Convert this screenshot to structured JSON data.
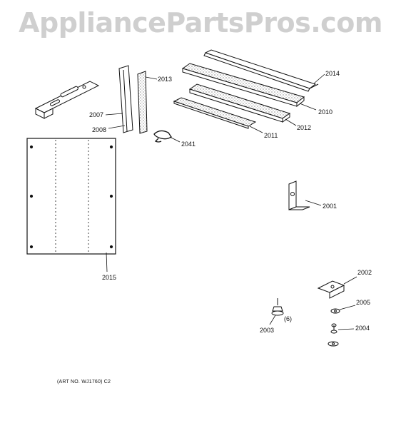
{
  "watermark": "AppliancePartsPros.com",
  "art_note": "(ART NO. WJ1760) C2",
  "parts": [
    {
      "id": "p2014",
      "label": "2014"
    },
    {
      "id": "p2010",
      "label": "2010"
    },
    {
      "id": "p2012",
      "label": "2012"
    },
    {
      "id": "p2011",
      "label": "2011"
    },
    {
      "id": "p2013",
      "label": "2013"
    },
    {
      "id": "p2007",
      "label": "2007"
    },
    {
      "id": "p2008",
      "label": "2008"
    },
    {
      "id": "p2041",
      "label": "2041"
    },
    {
      "id": "p2015",
      "label": "2015"
    },
    {
      "id": "p2001",
      "label": "2001"
    },
    {
      "id": "p2002",
      "label": "2002"
    },
    {
      "id": "p2005",
      "label": "2005"
    },
    {
      "id": "p2004",
      "label": "2004"
    },
    {
      "id": "p2003",
      "label": "2003"
    },
    {
      "id": "qty6",
      "label": "(6)"
    }
  ],
  "colors": {
    "line": "#111111",
    "fill": "#ffffff",
    "stipple": "#555555"
  }
}
